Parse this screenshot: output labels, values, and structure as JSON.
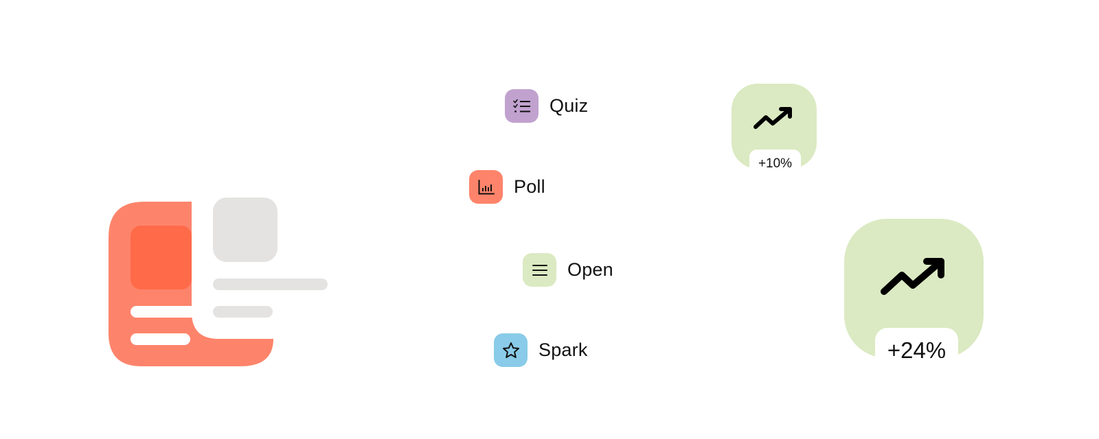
{
  "illustration": {
    "name": "content-card-illustration",
    "colors": {
      "card": "#fd846b",
      "card_inner": "#ff6a49",
      "placeholder": "#e4e3e1",
      "line": "#ffffff"
    }
  },
  "activities": [
    {
      "id": "quiz",
      "label": "Quiz",
      "icon": "checklist-icon",
      "color": "#c1a2cf"
    },
    {
      "id": "poll",
      "label": "Poll",
      "icon": "bar-chart-icon",
      "color": "#fd846b"
    },
    {
      "id": "open",
      "label": "Open",
      "icon": "menu-lines-icon",
      "color": "#dbeac2"
    },
    {
      "id": "spark",
      "label": "Spark",
      "icon": "star-icon",
      "color": "#89cbe8"
    }
  ],
  "stats": [
    {
      "id": "small",
      "value": "+10%",
      "icon": "trending-up-icon",
      "color": "#dbeac2"
    },
    {
      "id": "large",
      "value": "+24%",
      "icon": "trending-up-icon",
      "color": "#dbeac2"
    }
  ]
}
